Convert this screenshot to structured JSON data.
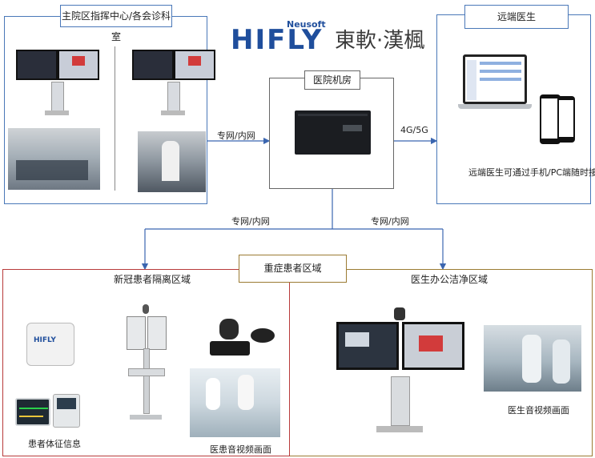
{
  "brand": {
    "small": "Neusoft",
    "logo": "HIFLY",
    "cn": "東軟·漢楓"
  },
  "panels": {
    "main_hospital": "主院区指挥中心/各会诊科室",
    "remote_doctor": "远端医生",
    "machine_room": "医院机房",
    "critical_area": "重症患者区域"
  },
  "links": {
    "private_net_1": "专网/内网",
    "cellular": "4G/5G",
    "private_net_2": "专网/内网",
    "private_net_3": "专网/内网"
  },
  "remote_note": "远端医生可通过手机/PC端随时接入",
  "zones": {
    "isolation": "新冠患者隔离区域",
    "clean_office": "医生办公洁净区域"
  },
  "captions": {
    "vitals": "患者体征信息",
    "patient_av": "医患音视频画面",
    "doctor_av": "医生音视频画面"
  },
  "device_brand": "HIFLY",
  "colors": {
    "blue_frame": "#4a78b8",
    "red_frame": "#b83a3a",
    "tag_border": "#9b7b33",
    "logo_blue": "#1f4e9c",
    "logo_green": "#3aa047"
  }
}
